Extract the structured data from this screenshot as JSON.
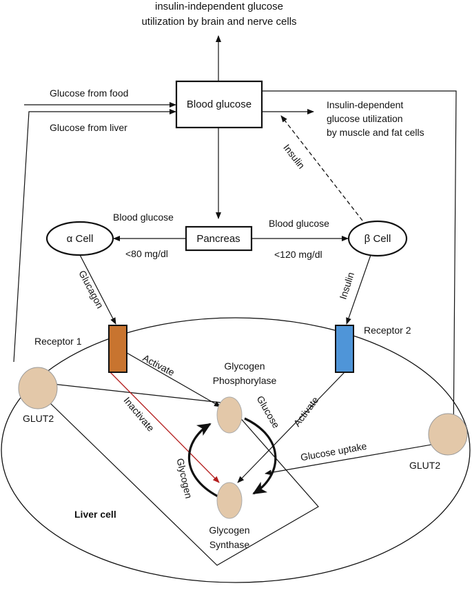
{
  "colors": {
    "alpha_receptor": "#c8742f",
    "beta_receptor": "#4f95d8",
    "enzyme": "#e3c8a9",
    "inactivate_arrow": "#b41e1e"
  },
  "labels": {
    "top_util_line1": "insulin-independent glucose",
    "top_util_line2": "utilization by brain and nerve cells",
    "glucose_food": "Glucose from food",
    "glucose_liver": "Glucose from liver",
    "blood_glucose": "Blood glucose",
    "insulin_dep_line1": "Insulin-dependent",
    "insulin_dep_line2": "glucose utilization",
    "insulin_dep_line3": "by muscle and fat cells",
    "insulin_dashed": "Insulin",
    "pancreas": "Pancreas",
    "alpha_cell": "α Cell",
    "beta_cell": "β Cell",
    "bg_left": "Blood glucose",
    "bg_right": "Blood glucose",
    "low_threshold": "<80 mg/dl",
    "high_threshold": "<120 mg/dl",
    "glucagon": "Glucagon",
    "insulin_beta": "Insulin",
    "receptor1": "Receptor 1",
    "receptor2": "Receptor 2",
    "activate_left": "Activate",
    "activate_right": "Activate",
    "inactivate": "Inactivate",
    "phosphorylase_line1": "Glycogen",
    "phosphorylase_line2": "Phosphorylase",
    "synthase_line1": "Glycogen",
    "synthase_line2": "Synthase",
    "cycle_glucose": "Glucose",
    "cycle_glycogen": "Glycogen",
    "glucose_uptake": "Glucose uptake",
    "glut2_left": "GLUT2",
    "glut2_right": "GLUT2",
    "liver_cell": "Liver cell"
  }
}
